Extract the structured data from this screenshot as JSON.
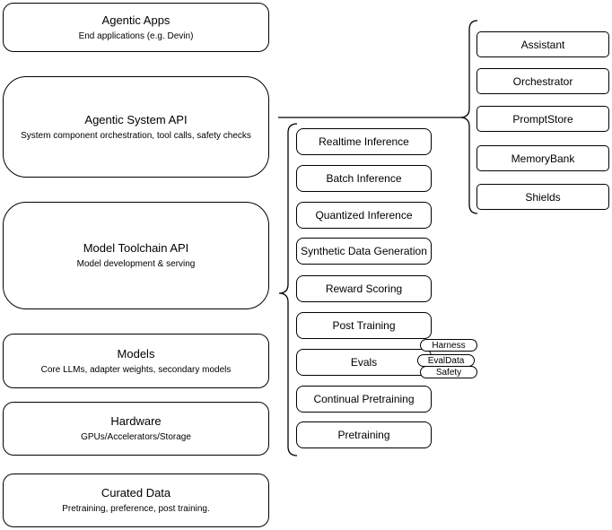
{
  "diagram": {
    "left_stack": [
      {
        "title": "Agentic Apps",
        "subtitle": "End applications (e.g. Devin)"
      },
      {
        "title": "Agentic System API",
        "subtitle": "System component orchestration, tool calls, safety checks"
      },
      {
        "title": "Model Toolchain API",
        "subtitle": "Model development & serving"
      },
      {
        "title": "Models",
        "subtitle": "Core LLMs, adapter weights, secondary models"
      },
      {
        "title": "Hardware",
        "subtitle": "GPUs/Accelerators/Storage"
      },
      {
        "title": "Curated Data",
        "subtitle": "Pretraining, preference, post training."
      }
    ],
    "toolchain_items": [
      "Realtime Inference",
      "Batch Inference",
      "Quantized Inference",
      "Synthetic Data Generation",
      "Reward Scoring",
      "Post Training",
      "Evals",
      "Continual Pretraining",
      "Pretraining"
    ],
    "evals_pills": [
      "Harness",
      "EvalData",
      "Safety"
    ],
    "system_items": [
      "Assistant",
      "Orchestrator",
      "PromptStore",
      "MemoryBank",
      "Shields"
    ],
    "colors": {
      "stroke": "#000000",
      "fill": "#ffffff",
      "text": "#000000",
      "background": "#ffffff"
    }
  }
}
